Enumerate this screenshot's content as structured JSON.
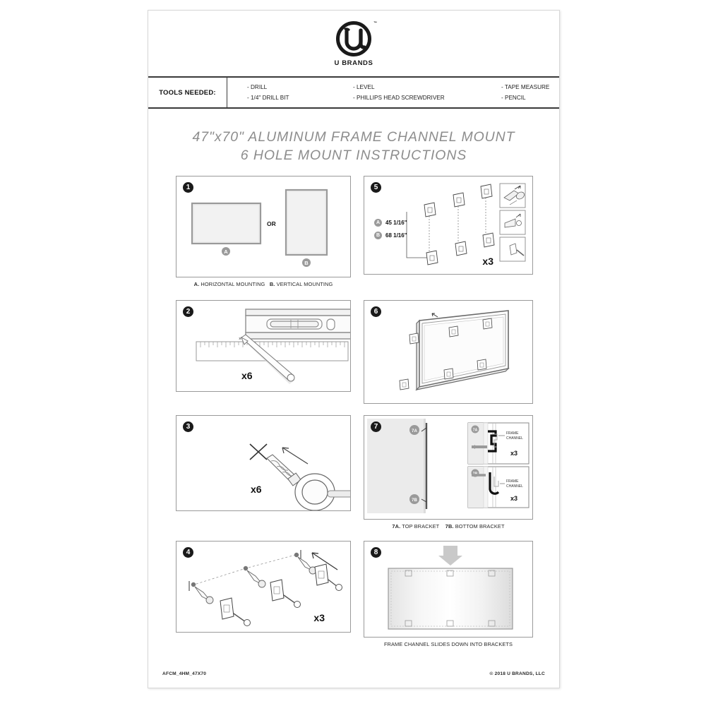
{
  "document": {
    "brand_name": "U BRANDS",
    "trademark": "™",
    "title_line_1": "47\"x70\" ALUMINUM FRAME CHANNEL MOUNT",
    "title_line_2": "6 HOLE MOUNT INSTRUCTIONS"
  },
  "tools": {
    "label": "TOOLS NEEDED:",
    "column_1": [
      "- DRILL",
      "- 1/4\" DRILL BIT"
    ],
    "column_2": [
      "- LEVEL",
      "- PHILLIPS HEAD SCREWDRIVER"
    ],
    "column_3": [
      "- TAPE MEASURE",
      "- PENCIL"
    ]
  },
  "steps": [
    {
      "number": "1",
      "caption_a_key": "A.",
      "caption_a": "HORIZONTAL MOUNTING",
      "caption_b_key": "B.",
      "caption_b": "VERTICAL MOUNTING",
      "or_label": "OR",
      "option_a": "A",
      "option_b": "B"
    },
    {
      "number": "2",
      "quantity": "x6"
    },
    {
      "number": "3",
      "quantity": "x6"
    },
    {
      "number": "4",
      "quantity": "x3"
    },
    {
      "number": "5",
      "quantity": "x3",
      "measure_a_key": "A",
      "measure_a": "45 1/16\"",
      "measure_b_key": "B",
      "measure_b": "68 1/16\""
    },
    {
      "number": "6"
    },
    {
      "number": "7",
      "detail_a_key": "7A",
      "detail_b_key": "7B",
      "frame_channel_label": "FRAME\nCHANNEL",
      "frame_channel_line1": "FRAME",
      "frame_channel_line2": "CHANNEL",
      "quantity_a": "x3",
      "quantity_b": "x3",
      "caption_a_key": "7A.",
      "caption_a": "TOP BRACKET",
      "caption_b_key": "7B.",
      "caption_b": "BOTTOM BRACKET"
    },
    {
      "number": "8",
      "caption": "FRAME CHANNEL SLIDES DOWN INTO BRACKETS"
    }
  ],
  "footer": {
    "sku": "AFCM_4HM_47X70",
    "copyright": "© 2018 U BRANDS, LLC"
  },
  "colors": {
    "ink": "#1a1a1a",
    "rule": "#3a3a3a",
    "panel_border": "#9a9a9a",
    "title_gray": "#8d8d8d",
    "fill_gray": "#e8e8e8"
  }
}
